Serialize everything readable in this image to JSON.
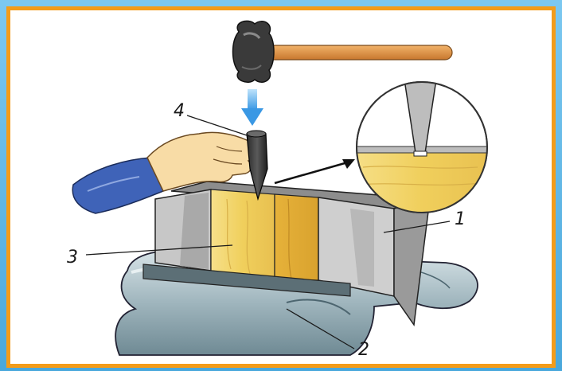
{
  "diagram": {
    "labels": {
      "vise_jaw_plate": "1",
      "vise_body": "2",
      "wood_block": "3",
      "center_punch": "4"
    }
  },
  "colors": {
    "frame_border": "#f39c1a",
    "outer_background": "#5fb8e8",
    "panel_background": "#ffffff",
    "wood": "#f2d36b",
    "metal_gray": "#b8b8b8",
    "vise_steel": "#9fb5bd",
    "sleeve_blue": "#3f63b8",
    "arrow_blue": "#4aa3e8"
  }
}
